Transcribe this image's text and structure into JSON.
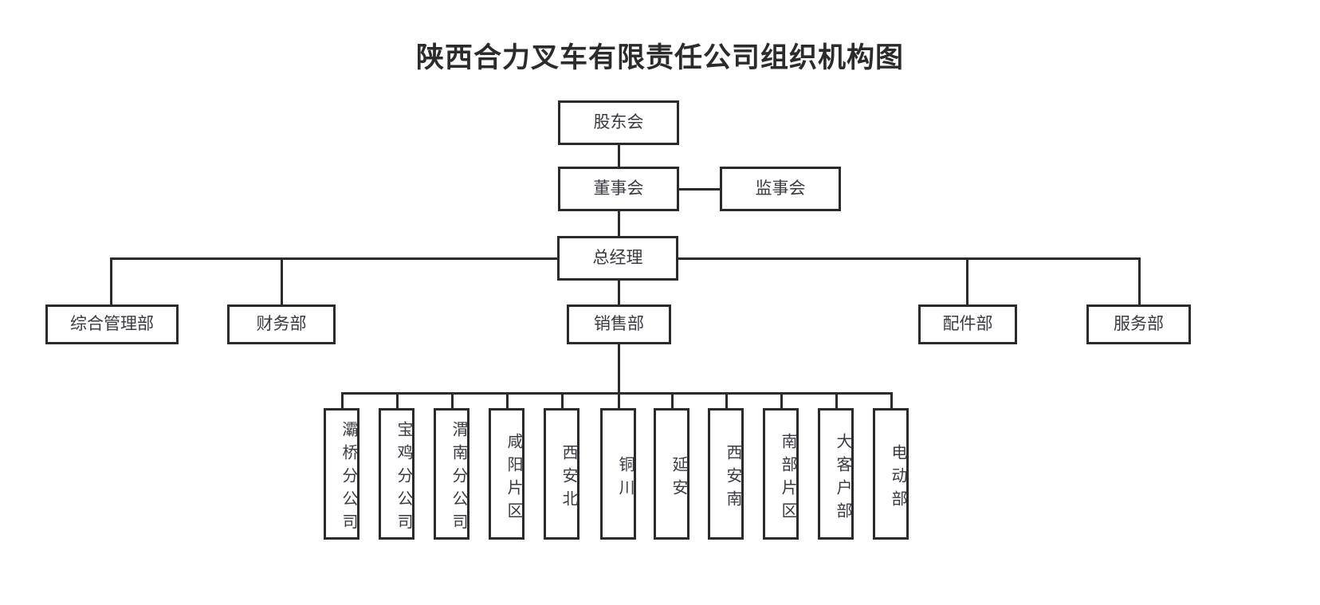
{
  "chart_data": {
    "type": "diagram",
    "diagram_kind": "organizational-chart",
    "title": "陕西合力叉车有限责任公司组织机构图",
    "orientation": "top-down",
    "colors": {
      "background": "#ffffff",
      "box_border": "#2b2b2b",
      "connector": "#2b2b2b",
      "text": "#3a3a42",
      "title_text": "#2b2b2b"
    },
    "levels": [
      {
        "level": 1,
        "nodes": [
          "股东会"
        ]
      },
      {
        "level": 2,
        "nodes": [
          "董事会",
          "监事会"
        ]
      },
      {
        "level": 3,
        "nodes": [
          "总经理"
        ]
      },
      {
        "level": 4,
        "nodes": [
          "综合管理部",
          "财务部",
          "销售部",
          "配件部",
          "服务部"
        ]
      },
      {
        "level": 5,
        "nodes": [
          "灞桥分公司",
          "宝鸡分公司",
          "渭南分公司",
          "咸阳片区",
          "西安北",
          "铜川",
          "延安",
          "西安南",
          "南部片区",
          "大客户部",
          "电动部"
        ]
      }
    ],
    "edges": [
      {
        "from": "股东会",
        "to": "董事会",
        "style": "vertical"
      },
      {
        "from": "董事会",
        "to": "监事会",
        "style": "horizontal-sibling"
      },
      {
        "from": "董事会",
        "to": "总经理",
        "style": "vertical"
      },
      {
        "from": "总经理",
        "to": "综合管理部",
        "style": "bus"
      },
      {
        "from": "总经理",
        "to": "财务部",
        "style": "bus"
      },
      {
        "from": "总经理",
        "to": "销售部",
        "style": "bus"
      },
      {
        "from": "总经理",
        "to": "配件部",
        "style": "bus"
      },
      {
        "from": "总经理",
        "to": "服务部",
        "style": "bus"
      },
      {
        "from": "销售部",
        "to": "灞桥分公司",
        "style": "bus"
      },
      {
        "from": "销售部",
        "to": "宝鸡分公司",
        "style": "bus"
      },
      {
        "from": "销售部",
        "to": "渭南分公司",
        "style": "bus"
      },
      {
        "from": "销售部",
        "to": "咸阳片区",
        "style": "bus"
      },
      {
        "from": "销售部",
        "to": "西安北",
        "style": "bus"
      },
      {
        "from": "销售部",
        "to": "铜川",
        "style": "bus"
      },
      {
        "from": "销售部",
        "to": "延安",
        "style": "bus"
      },
      {
        "from": "销售部",
        "to": "西安南",
        "style": "bus"
      },
      {
        "from": "销售部",
        "to": "南部片区",
        "style": "bus"
      },
      {
        "from": "销售部",
        "to": "大客户部",
        "style": "bus"
      },
      {
        "from": "销售部",
        "to": "电动部",
        "style": "bus"
      }
    ]
  },
  "title": "陕西合力叉车有限责任公司组织机构图",
  "nodes": {
    "shareholders": "股东会",
    "board": "董事会",
    "supervisory": "监事会",
    "general_manager": "总经理",
    "dept_admin": "综合管理部",
    "dept_finance": "财务部",
    "dept_sales": "销售部",
    "dept_parts": "配件部",
    "dept_service": "服务部"
  },
  "sales_branches": [
    {
      "id": "baqiao",
      "label": "灞桥分公司"
    },
    {
      "id": "baoji",
      "label": "宝鸡分公司"
    },
    {
      "id": "weinan",
      "label": "渭南分公司"
    },
    {
      "id": "xianyang",
      "label": "咸阳片区"
    },
    {
      "id": "xianbei",
      "label": "西安北"
    },
    {
      "id": "tongchuan",
      "label": "铜川"
    },
    {
      "id": "yanan",
      "label": "延安"
    },
    {
      "id": "xiannan",
      "label": "西安南"
    },
    {
      "id": "nanbu",
      "label": "南部片区"
    },
    {
      "id": "keyaccts",
      "label": "大客户部"
    },
    {
      "id": "electric",
      "label": "电动部"
    }
  ]
}
